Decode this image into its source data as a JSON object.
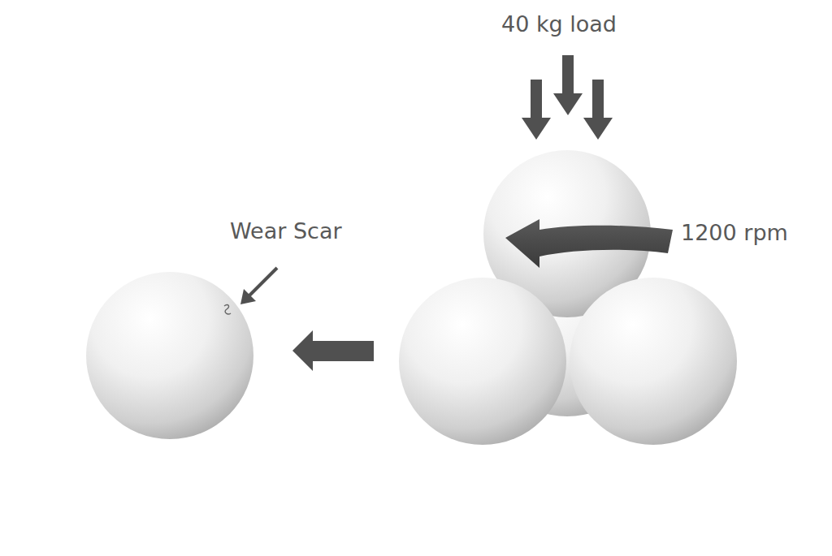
{
  "diagram": {
    "labels": [
      "40 kg load",
      "1200 rpm",
      "Wear Scar"
    ]
  }
}
